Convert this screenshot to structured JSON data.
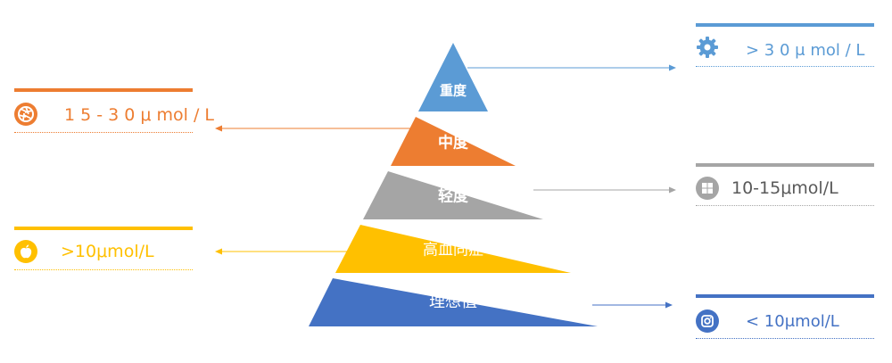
{
  "pyramid": {
    "levels": [
      {
        "label": "重度",
        "color": "#5b9bd5"
      },
      {
        "label": "中度",
        "color": "#ed7d31"
      },
      {
        "label": "轻度",
        "color": "#a5a5a5"
      },
      {
        "label": "高血同症",
        "color": "#ffc000"
      },
      {
        "label": "理想值",
        "color": "#4472c4"
      }
    ]
  },
  "callouts": {
    "severe": {
      "value": "> 3 0 μ mol / L",
      "color": "#5b9bd5",
      "icon": "gear-icon"
    },
    "moderate": {
      "value": "1 5 - 3 0 μ mol / L",
      "color": "#ed7d31",
      "icon": "aperture-icon"
    },
    "mild": {
      "value": "10-15μmol/L",
      "color": "#a5a5a5",
      "icon": "windows-icon"
    },
    "elevated": {
      "value": ">10μmol/L",
      "color": "#ffc000",
      "icon": "apple-icon"
    },
    "ideal": {
      "value": "< 10μmol/L",
      "color": "#4472c4",
      "icon": "instagram-icon"
    }
  }
}
